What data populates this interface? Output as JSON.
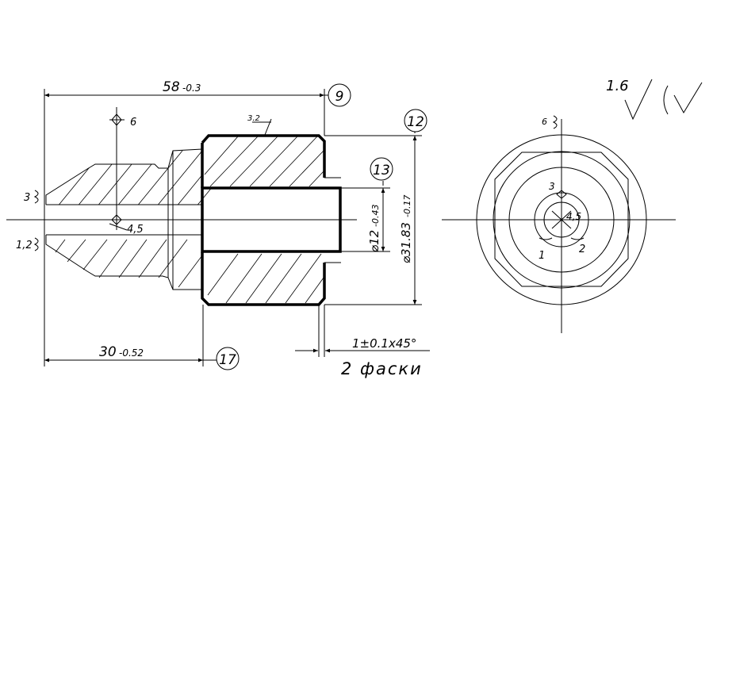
{
  "dims": {
    "overall_length": "58",
    "overall_length_tol": "-0.3",
    "front_length": "30",
    "front_length_tol": "-0.52",
    "bore_diameter": "⌀12",
    "bore_diameter_tol": "-0.43",
    "outer_diameter": "⌀31.83",
    "outer_diameter_tol": "-0.17",
    "chamfer_spec": "1±0.1x45°",
    "chamfer_count": "2 фаски",
    "roughness_general": "1.6",
    "roughness_local": "3.2"
  },
  "bubbles": [
    "9",
    "12",
    "13",
    "17"
  ],
  "callouts": {
    "left": [
      "6",
      "3",
      "4,5",
      "1,2"
    ],
    "right": [
      "6",
      "3",
      "4,5",
      "1",
      "2"
    ]
  }
}
